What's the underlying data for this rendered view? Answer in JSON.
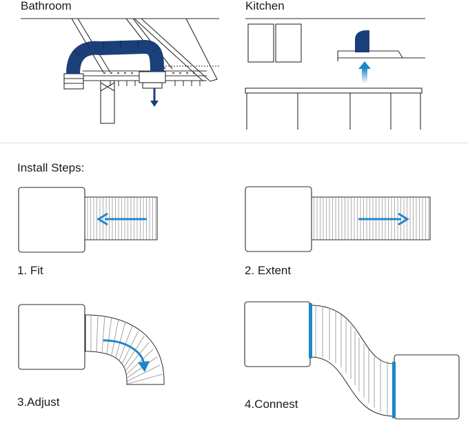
{
  "scenes": {
    "bathroom": {
      "title": "Bathroom"
    },
    "kitchen": {
      "title": "Kitchen"
    }
  },
  "steps_heading": "Install Steps:",
  "steps": [
    {
      "label": "1. Fit",
      "arrow": "arrow-left-icon"
    },
    {
      "label": "2. Extent",
      "arrow": "arrow-right-icon"
    },
    {
      "label": "3.Adjust",
      "arrow": "curved-arrow-icon"
    },
    {
      "label": "4.Connest",
      "arrow": "none"
    }
  ],
  "colors": {
    "duct_navy": "#1b3f78",
    "arrow_blue": "#1f86c8",
    "outline": "#2a2a2a",
    "divider": "#d9d9d9"
  }
}
